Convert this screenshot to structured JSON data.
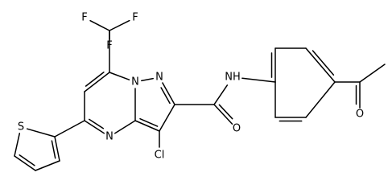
{
  "structure": {
    "atoms": [
      {
        "id": "F1",
        "symbol": "F"
      },
      {
        "id": "F2",
        "symbol": "F"
      },
      {
        "id": "F3",
        "symbol": "F"
      },
      {
        "id": "N7a",
        "symbol": "N"
      },
      {
        "id": "N1",
        "symbol": "N"
      },
      {
        "id": "N4",
        "symbol": "N"
      },
      {
        "id": "S1",
        "symbol": "S"
      },
      {
        "id": "Cl1",
        "symbol": "Cl"
      },
      {
        "id": "NH",
        "symbol": "NH"
      },
      {
        "id": "O1",
        "symbol": "O"
      },
      {
        "id": "O2",
        "symbol": "O"
      }
    ]
  }
}
